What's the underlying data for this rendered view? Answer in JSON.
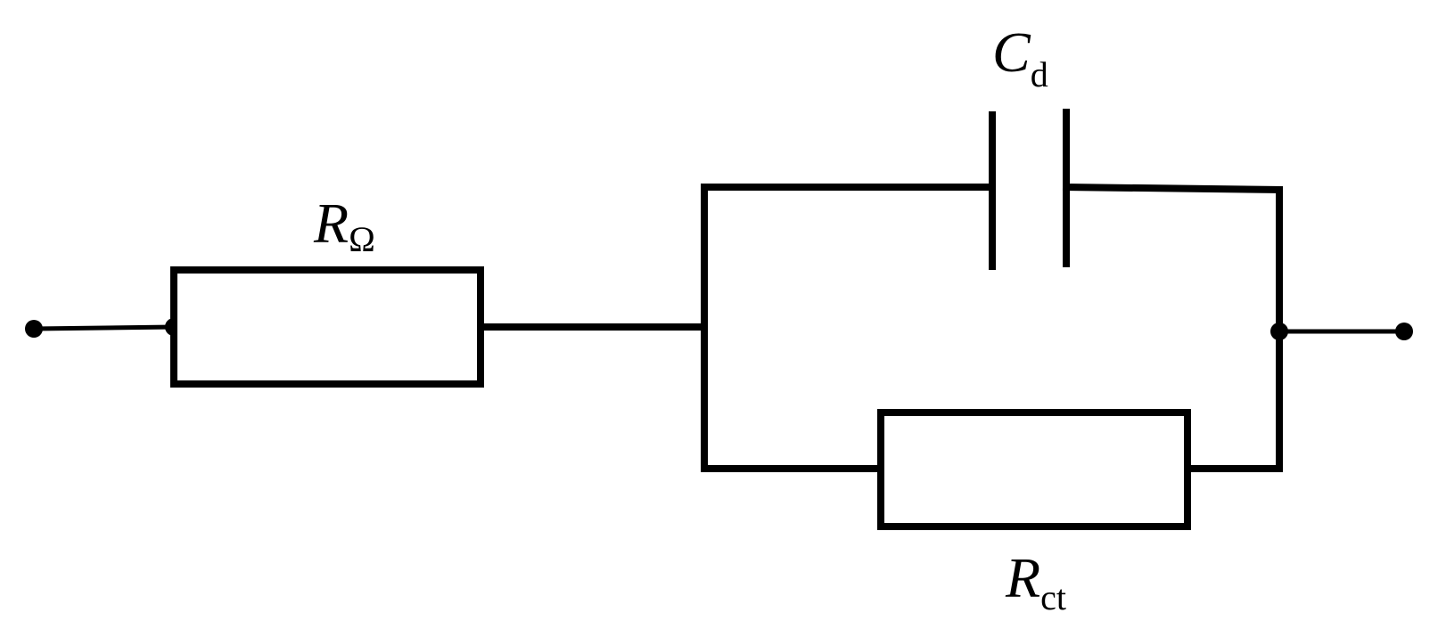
{
  "diagram": {
    "components": {
      "r_omega": {
        "symbol": "R",
        "subscript": "Ω"
      },
      "c_d": {
        "symbol": "C",
        "subscript": "d"
      },
      "r_ct": {
        "symbol": "R",
        "subscript": "ct"
      }
    }
  }
}
